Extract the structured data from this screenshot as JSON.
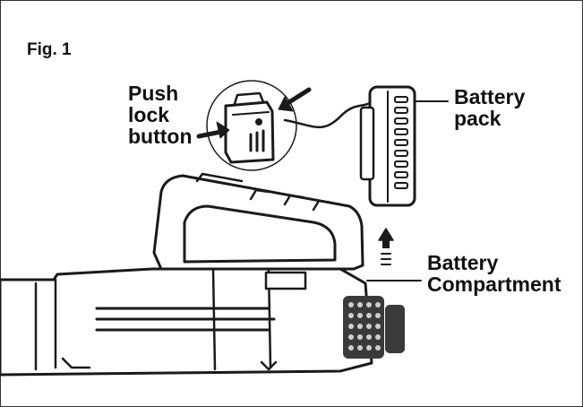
{
  "figure_label": "Fig. 1",
  "callouts": {
    "push_lock_button": [
      "Push",
      "lock",
      "button"
    ],
    "battery_pack": [
      "Battery",
      "pack"
    ],
    "battery_compartment": [
      "Battery",
      "Compartment"
    ]
  },
  "colors": {
    "line": "#1a1a1a",
    "fill": "#ffffff",
    "shade": "#7a7a7a"
  }
}
